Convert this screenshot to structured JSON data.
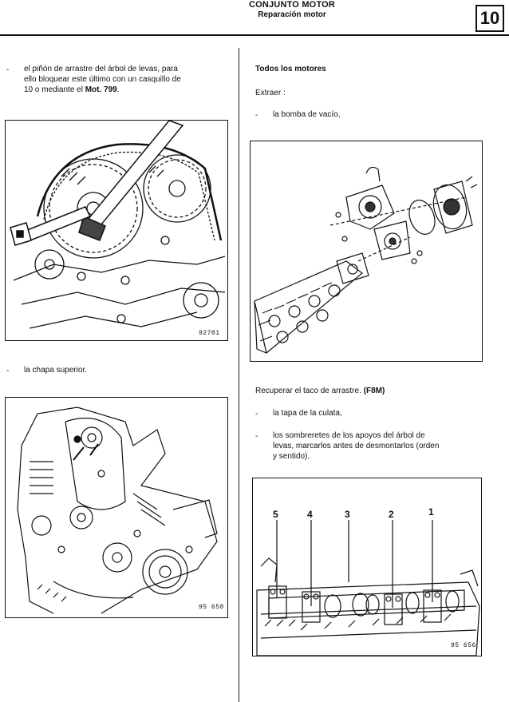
{
  "header": {
    "title": "CONJUNTO MOTOR",
    "subtitle": "Reparación motor",
    "section": "10"
  },
  "left": {
    "item1_line1": "el piñón de arrastre del árbol de levas, para",
    "item1_line2": "ello bloquear este último con un casquillo de",
    "item1_line3_pre": "10 o mediante el ",
    "item1_line3_bold": "Mot. 799",
    "item1_line3_post": ".",
    "fig1_code": "92781",
    "item2": "la chapa superior.",
    "fig2_code": "95 658"
  },
  "right": {
    "heading": "Todos los motores",
    "extract_label": "Extraer :",
    "item1": "la bomba de vacío,",
    "recover": "Recuperar el taco de arrastre. ",
    "recover_bold": "(F8M)",
    "item2": "la tapa de la culata,",
    "item3_line1": "los sombreretes de los apoyos del árbol de",
    "item3_line2": "levas, marcarlos antes de desmontarlos (orden",
    "item3_line3": "y sentido).",
    "fig4_code": "95 656",
    "callouts": [
      "5",
      "4",
      "3",
      "2",
      "1"
    ]
  }
}
